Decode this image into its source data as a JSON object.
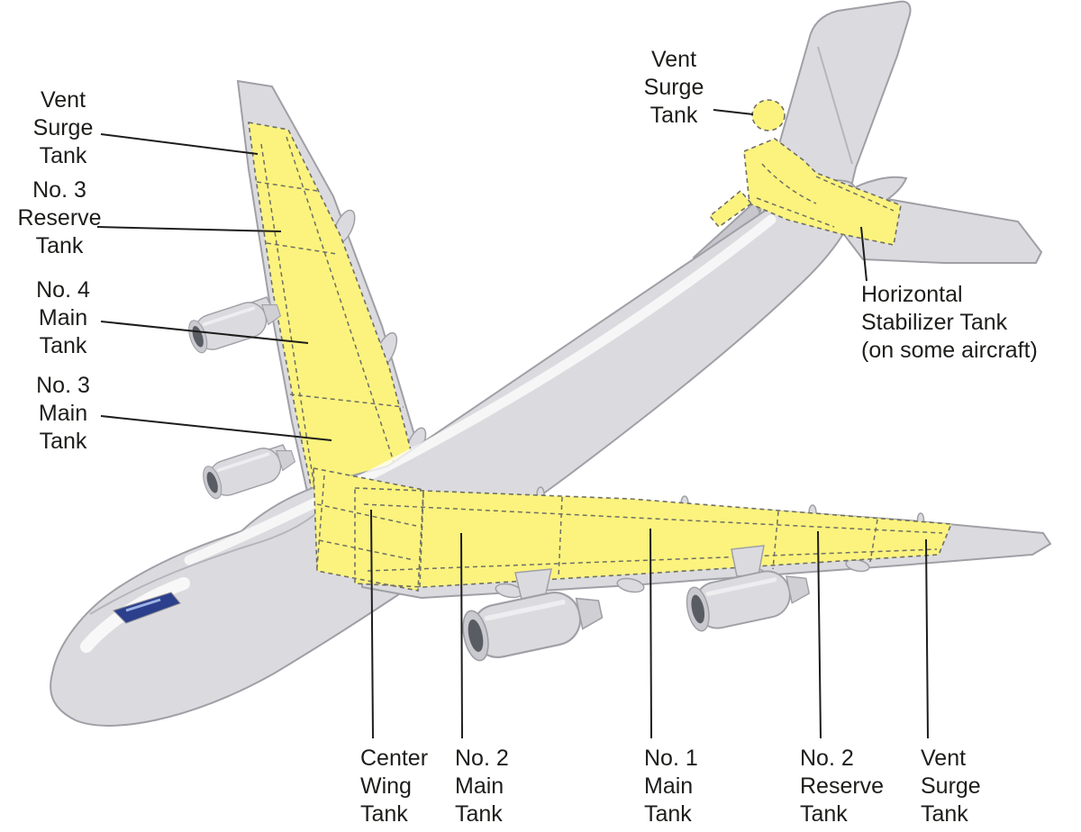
{
  "diagram": {
    "subject": "four-engine wide-body jet aircraft fuel tank locations",
    "view": "isometric illustration, nose lower-left, tail upper-right"
  },
  "labels": {
    "vent_surge_left": "Vent\nSurge\nTank",
    "no3_reserve": "No. 3\nReserve\nTank",
    "no4_main": "No. 4\nMain\nTank",
    "no3_main": "No. 3\nMain\nTank",
    "vent_surge_top": "Vent\nSurge\nTank",
    "horizontal_stabilizer": "Horizontal\nStabilizer Tank\n(on some aircraft)",
    "center_wing": "Center\nWing\nTank",
    "no2_main": "No. 2\nMain\nTank",
    "no1_main": "No. 1\nMain\nTank",
    "no2_reserve": "No. 2\nReserve\nTank",
    "vent_surge_right": "Vent\nSurge\nTank"
  },
  "colors": {
    "background": "#FFFFFF",
    "tank_fill": "#FBF37D",
    "airframe_fill": "#DBDBDF",
    "airframe_stroke": "#9FA0A6",
    "dash": "#6F6F66",
    "leader": "#1D1D1B",
    "text": "#1D1D1B",
    "cockpit_window": "#2B3F8C"
  }
}
